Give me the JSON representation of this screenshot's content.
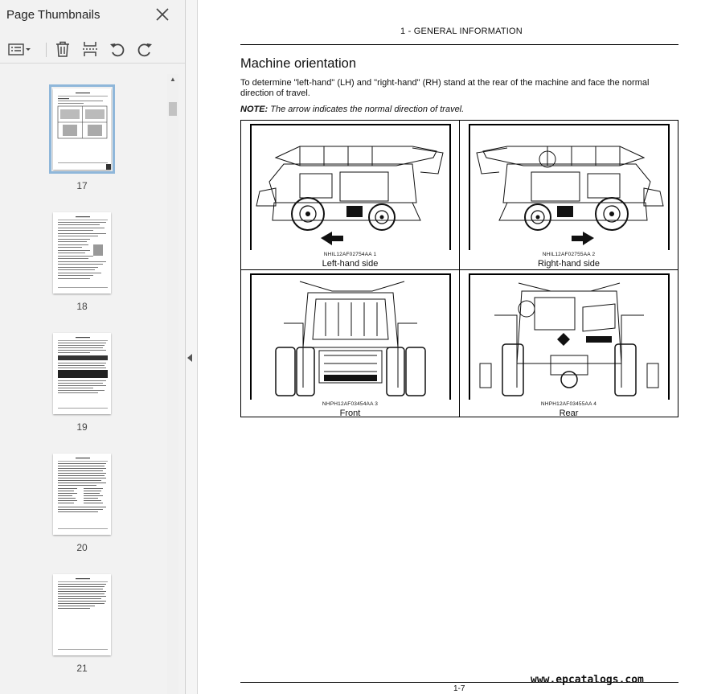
{
  "sidebar": {
    "title": "Page Thumbnails",
    "thumbnails": [
      {
        "page": "17",
        "selected": true
      },
      {
        "page": "18",
        "selected": false
      },
      {
        "page": "19",
        "selected": false
      },
      {
        "page": "20",
        "selected": false
      },
      {
        "page": "21",
        "selected": false
      }
    ]
  },
  "toolbar": {
    "icons": [
      "thumbnail-options-icon",
      "trash-icon",
      "insert-page-icon",
      "rotate-counterclockwise-icon",
      "rotate-clockwise-icon"
    ]
  },
  "document": {
    "running_head": "1 - GENERAL INFORMATION",
    "title": "Machine orientation",
    "intro": "To determine \"left-hand\" (LH) and \"right-hand\" (RH) stand at the rear of the machine and face the normal direction of travel.",
    "note_label": "NOTE:",
    "note_text": "The arrow indicates the normal direction of travel.",
    "figures": [
      {
        "code": "NHIL12AF02754AA     1",
        "label": "Left-hand side"
      },
      {
        "code": "NHIL12AF02755AA     2",
        "label": "Right-hand side"
      },
      {
        "code": "NHPH12AF03454AA     3",
        "label": "Front"
      },
      {
        "code": "NHPH12AF03455AA     4",
        "label": "Rear"
      }
    ],
    "page_number": "1-7"
  },
  "watermark": "www.epcatalogs.com"
}
